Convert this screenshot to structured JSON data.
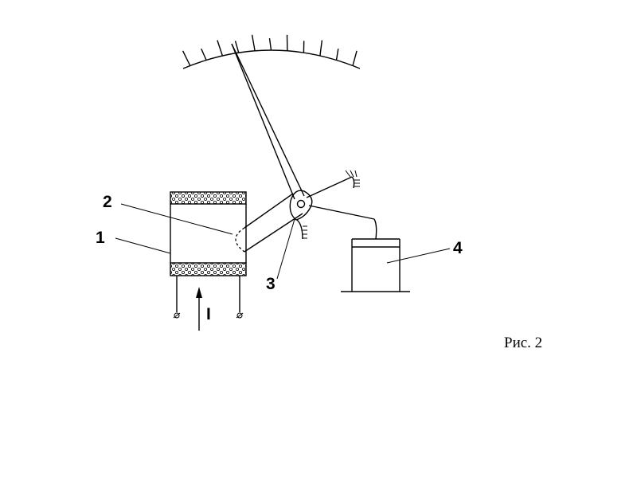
{
  "labels": {
    "coil": "1",
    "core": "2",
    "pivot": "3",
    "damper": "4",
    "current": "I"
  },
  "caption": "Рис. 2"
}
